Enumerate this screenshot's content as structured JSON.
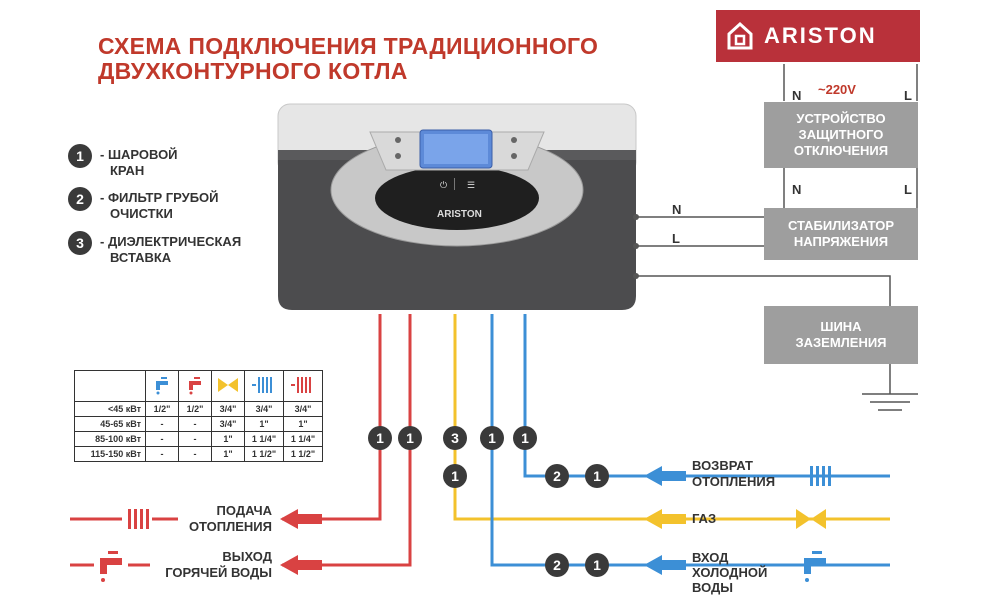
{
  "title": {
    "line1": "СХЕМА ПОДКЛЮЧЕНИЯ ТРАДИЦИОННОГО",
    "line2": "ДВУХКОНТУРНОГО КОТЛА"
  },
  "brand": {
    "name": "ARISTON"
  },
  "boiler": {
    "brand": "ARISTON"
  },
  "legend": [
    {
      "num": "1",
      "line1": "- ШАРОВОЙ",
      "line2": "КРАН"
    },
    {
      "num": "2",
      "line1": "- ФИЛЬТР ГРУБОЙ",
      "line2": "ОЧИСТКИ"
    },
    {
      "num": "3",
      "line1": "- ДИЭЛЕКТРИЧЕСКАЯ",
      "line2": "ВСТАВКА"
    }
  ],
  "electrical": {
    "voltage": "~220V",
    "rcd": {
      "line1": "УСТРОЙСТВО",
      "line2": "ЗАЩИТНОГО",
      "line3": "ОТКЛЮЧЕНИЯ"
    },
    "stabilizer": {
      "line1": "СТАБИЛИЗАТОР",
      "line2": "НАПРЯЖЕНИЯ"
    },
    "ground": {
      "line1": "ШИНА",
      "line2": "ЗАЗЕМЛЕНИЯ"
    },
    "n_label": "N",
    "l_label": "L"
  },
  "connections": {
    "supply": {
      "line1": "ПОДАЧА",
      "line2": "ОТОПЛЕНИЯ"
    },
    "hot_water": {
      "line1": "ВЫХОД",
      "line2": "ГОРЯЧЕЙ ВОДЫ"
    },
    "return": {
      "line1": "ВОЗВРАТ",
      "line2": "ОТОПЛЕНИЯ"
    },
    "gas": "ГАЗ",
    "cold_water": {
      "line1": "ВХОД",
      "line2": "ХОЛОДНОЙ",
      "line3": "ВОДЫ"
    }
  },
  "pipe_markers": {
    "one": "1",
    "two": "2",
    "three": "3"
  },
  "spec_table": {
    "rows": [
      {
        "power": "<45 кВт",
        "c1": "1/2\"",
        "c2": "1/2\"",
        "c3": "3/4\"",
        "c4": "3/4\"",
        "c5": "3/4\""
      },
      {
        "power": "45-65 кВт",
        "c1": "-",
        "c2": "-",
        "c3": "3/4\"",
        "c4": "1\"",
        "c5": "1\""
      },
      {
        "power": "85-100 кВт",
        "c1": "-",
        "c2": "-",
        "c3": "1\"",
        "c4": "1 1/4\"",
        "c5": "1 1/4\""
      },
      {
        "power": "115-150 кВт",
        "c1": "-",
        "c2": "-",
        "c3": "1\"",
        "c4": "1 1/2\"",
        "c5": "1 1/2\""
      }
    ]
  },
  "colors": {
    "red": "#d94242",
    "blue": "#3c8fd6",
    "yellow": "#f3c22c",
    "brand": "#b9313a",
    "box": "#9e9e9e",
    "title": "#c0392b"
  }
}
